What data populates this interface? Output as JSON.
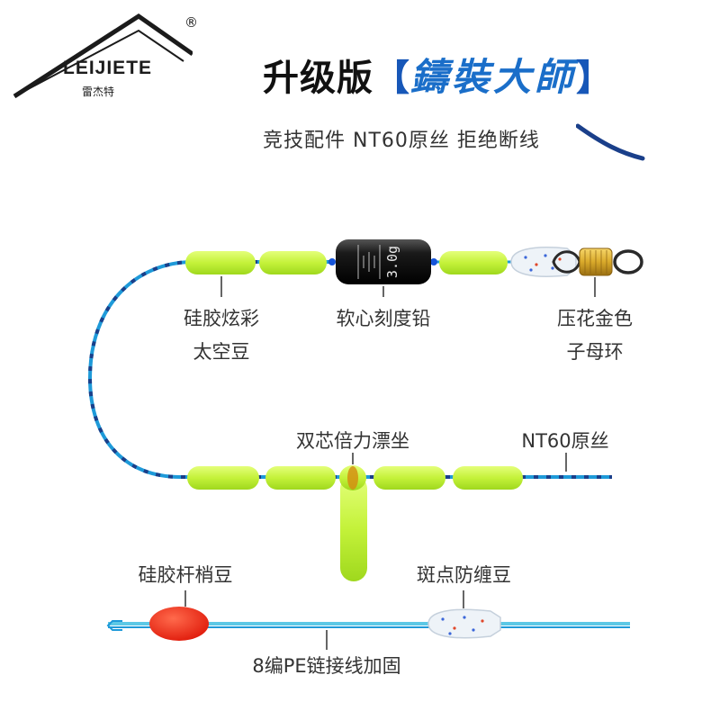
{
  "brand": {
    "name": "LEIJIETE",
    "chinese_name": "雷杰特",
    "registered_mark": "®"
  },
  "header": {
    "headline": "升级版",
    "bracket_open": "【",
    "bracket_close": "】",
    "title": "鑄裝大師",
    "subline": "竞技配件 NT60原丝 拒绝断线"
  },
  "labels": {
    "space_bean_1": "硅胶炫彩",
    "space_bean_2": "太空豆",
    "sinker": "软心刻度铅",
    "snap_1": "压花金色",
    "snap_2": "子母环",
    "float_seat": "双芯倍力漂坐",
    "line": "NT60原丝",
    "rod_tip_bean": "硅胶杆梢豆",
    "anti_tangle_bean": "斑点防缠豆",
    "pe_line": "8编PE链接线加固"
  },
  "sinker_marking": "3.0g",
  "colors": {
    "bean_green": "#c4f23a",
    "line_blue": "#1e9ad9",
    "line_dark": "#1a3f8a",
    "tip_bean_red": "#ff2a17",
    "bracket_blue": "#1757b8",
    "title_blue": "#1a6ec9",
    "gold": "#d9a92a"
  }
}
